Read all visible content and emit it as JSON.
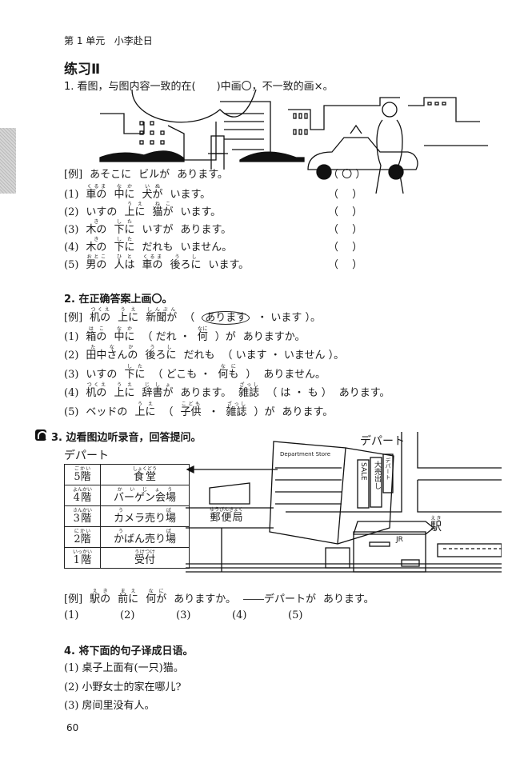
{
  "header": {
    "unit": "第 1 单元",
    "title": "小李赴日"
  },
  "section_title": "练习Ⅱ",
  "q1": {
    "title": "1. 看图，与图内容一致的在(　　)中画〇，不一致的画×。",
    "rows": [
      {
        "label": "[例]",
        "segs": [
          {
            "t": "あそこに"
          },
          {
            "t": "ビルが"
          },
          {
            "t": "あります。"
          }
        ],
        "answer": "（ 〇 ）"
      },
      {
        "label": "(1)",
        "segs": [
          {
            "t": "車の",
            "r": "くるま"
          },
          {
            "t": "中に",
            "r": "なか"
          },
          {
            "t": "犬が",
            "r": "いぬ"
          },
          {
            "t": "います。"
          }
        ],
        "answer": "（　 ）"
      },
      {
        "label": "(2)",
        "segs": [
          {
            "t": "いすの"
          },
          {
            "t": "上に",
            "r": "うえ"
          },
          {
            "t": "猫が",
            "r": "ねこ"
          },
          {
            "t": "います。"
          }
        ],
        "answer": "（　 ）"
      },
      {
        "label": "(3)",
        "segs": [
          {
            "t": "木の",
            "r": "き"
          },
          {
            "t": "下に",
            "r": "した"
          },
          {
            "t": "いすが"
          },
          {
            "t": "あります。"
          }
        ],
        "answer": "（　 ）"
      },
      {
        "label": "(4)",
        "segs": [
          {
            "t": "木の",
            "r": "き"
          },
          {
            "t": "下に",
            "r": "した"
          },
          {
            "t": "だれも"
          },
          {
            "t": "いません。"
          }
        ],
        "answer": "（　 ）"
      },
      {
        "label": "(5)",
        "segs": [
          {
            "t": "男の",
            "r": "おとこ"
          },
          {
            "t": "人は",
            "r": "ひと"
          },
          {
            "t": "車の",
            "r": "くるま"
          },
          {
            "t": "後ろに",
            "r": "うし"
          },
          {
            "t": "います。"
          }
        ],
        "answer": "（　 ）"
      }
    ]
  },
  "q2": {
    "title": "2. 在正确答案上画〇。",
    "rows": [
      {
        "label": "[例]",
        "segs": [
          {
            "t": "机の",
            "r": "つくえ"
          },
          {
            "t": "上に",
            "r": "うえ"
          },
          {
            "t": "新聞が",
            "r": "しんぶん"
          },
          {
            "t": "（"
          },
          {
            "t": "あります",
            "c": true
          },
          {
            "t": "・ います ）。"
          }
        ]
      },
      {
        "label": "(1)",
        "segs": [
          {
            "t": "箱の",
            "r": "はこ"
          },
          {
            "t": "中に",
            "r": "なか"
          },
          {
            "t": "（ だれ ・"
          },
          {
            "t": "何",
            "r": "なに"
          },
          {
            "t": "）が"
          },
          {
            "t": "ありますか。"
          }
        ]
      },
      {
        "label": "(2)",
        "segs": [
          {
            "t": "田中さんの",
            "r": "たなか"
          },
          {
            "t": "後ろに",
            "r": "うし"
          },
          {
            "t": "だれも"
          },
          {
            "t": "（ います ・ いません ）。"
          }
        ]
      },
      {
        "label": "(3)",
        "segs": [
          {
            "t": "いすの"
          },
          {
            "t": "下に",
            "r": "した"
          },
          {
            "t": "（ どこも ・"
          },
          {
            "t": "何も",
            "r": "なに"
          },
          {
            "t": "）"
          },
          {
            "t": "ありません。"
          }
        ]
      },
      {
        "label": "(4)",
        "segs": [
          {
            "t": "机の",
            "r": "つくえ"
          },
          {
            "t": "上に",
            "r": "うえ"
          },
          {
            "t": "辞書が",
            "r": "じしょ"
          },
          {
            "t": "あります。"
          },
          {
            "t": "雑誌",
            "r": "ざっし"
          },
          {
            "t": "（ は ・ も ）"
          },
          {
            "t": "あります。"
          }
        ]
      },
      {
        "label": "(5)",
        "segs": [
          {
            "t": "ベッドの"
          },
          {
            "t": "上に",
            "r": "うえ"
          },
          {
            "t": "（"
          },
          {
            "t": "子供",
            "r": "こども"
          },
          {
            "t": "・"
          },
          {
            "t": "雑誌",
            "r": "ざっし"
          },
          {
            "t": "）が"
          },
          {
            "t": "あります。"
          }
        ]
      }
    ]
  },
  "q3": {
    "title": "3. 边看图边听录音，回答提问。",
    "icon": "headphones-icon",
    "store_label": "デパート",
    "floors": [
      {
        "floor": "5階",
        "floor_r": "ごかい",
        "name": "食堂",
        "name_r": "しょくどう"
      },
      {
        "floor": "4階",
        "floor_r": "よんかい",
        "name": "バーゲン会場",
        "name_r": "かいじょう"
      },
      {
        "floor": "3階",
        "floor_r": "さんかい",
        "name": "カメラ売り場",
        "name_r": "う　ば"
      },
      {
        "floor": "2階",
        "floor_r": "にかい",
        "name": "かばん売り場",
        "name_r": "う　ば"
      },
      {
        "floor": "1階",
        "floor_r": "いっかい",
        "name": "受付",
        "name_r": "うけつけ"
      }
    ],
    "map": {
      "depato": "デパート",
      "store_sign": "Department Store",
      "sale": "SALE",
      "ohdashi": "大売出し",
      "depato_sign": "デパート",
      "post_office": "郵便局",
      "post_office_r": "ゆうびんきょく",
      "station": "駅",
      "station_r": "えき",
      "jr": "JR"
    },
    "example": {
      "label": "[例]",
      "segs": [
        {
          "t": "駅の",
          "r": "えき"
        },
        {
          "t": "前に",
          "r": "まえ"
        },
        {
          "t": "何が",
          "r": "なに"
        },
        {
          "t": "ありますか。"
        },
        {
          "t": "――デパートが"
        },
        {
          "t": "あります。"
        }
      ]
    },
    "items": [
      "(1)",
      "(2)",
      "(3)",
      "(4)",
      "(5)"
    ]
  },
  "q4": {
    "title": "4. 将下面的句子译成日语。",
    "rows": [
      "(1)  桌子上面有(一只)猫。",
      "(2)  小野女士的家在哪儿?",
      "(3)  房间里没有人。"
    ]
  },
  "page_number": "60"
}
